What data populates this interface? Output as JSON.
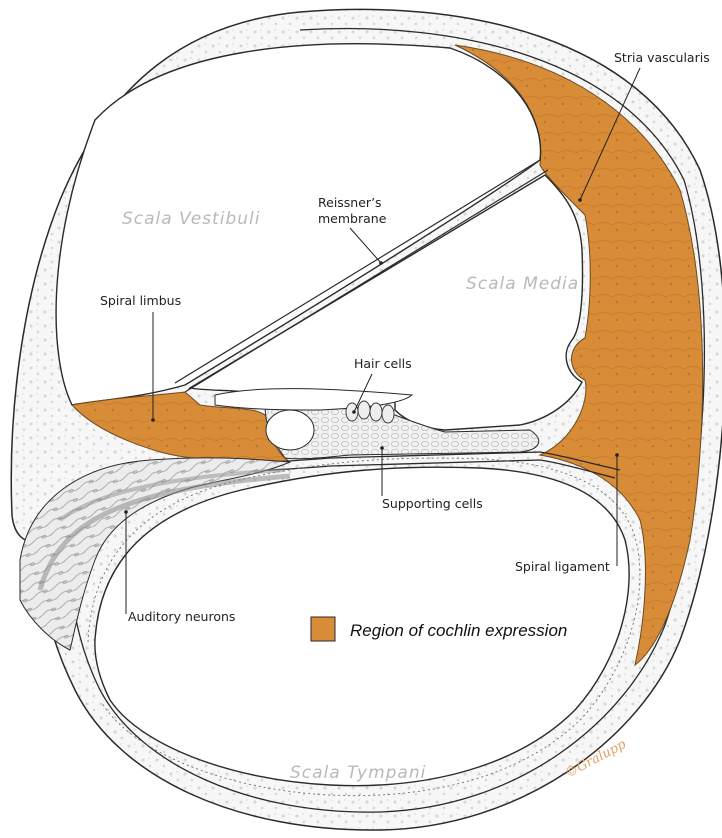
{
  "regions": {
    "scala_vestibuli": "Scala Vestibuli",
    "scala_media": "Scala Media",
    "scala_tympani": "Scala Tympani"
  },
  "callouts": {
    "stria_vascularis": "Stria vascularis",
    "reissners_line1": "Reissner’s",
    "reissners_line2": "membrane",
    "spiral_limbus": "Spiral limbus",
    "hair_cells": "Hair cells",
    "supporting_cells": "Supporting cells",
    "spiral_ligament": "Spiral ligament",
    "auditory_neurons": "Auditory neurons"
  },
  "legend": {
    "label": "Region of cochlin expression",
    "swatch_color": "#d98c37"
  },
  "signature": "©Gralupp",
  "colors": {
    "expression": "#d98c37",
    "outline": "#2a2a2a",
    "region_text": "#b9b9b9"
  }
}
